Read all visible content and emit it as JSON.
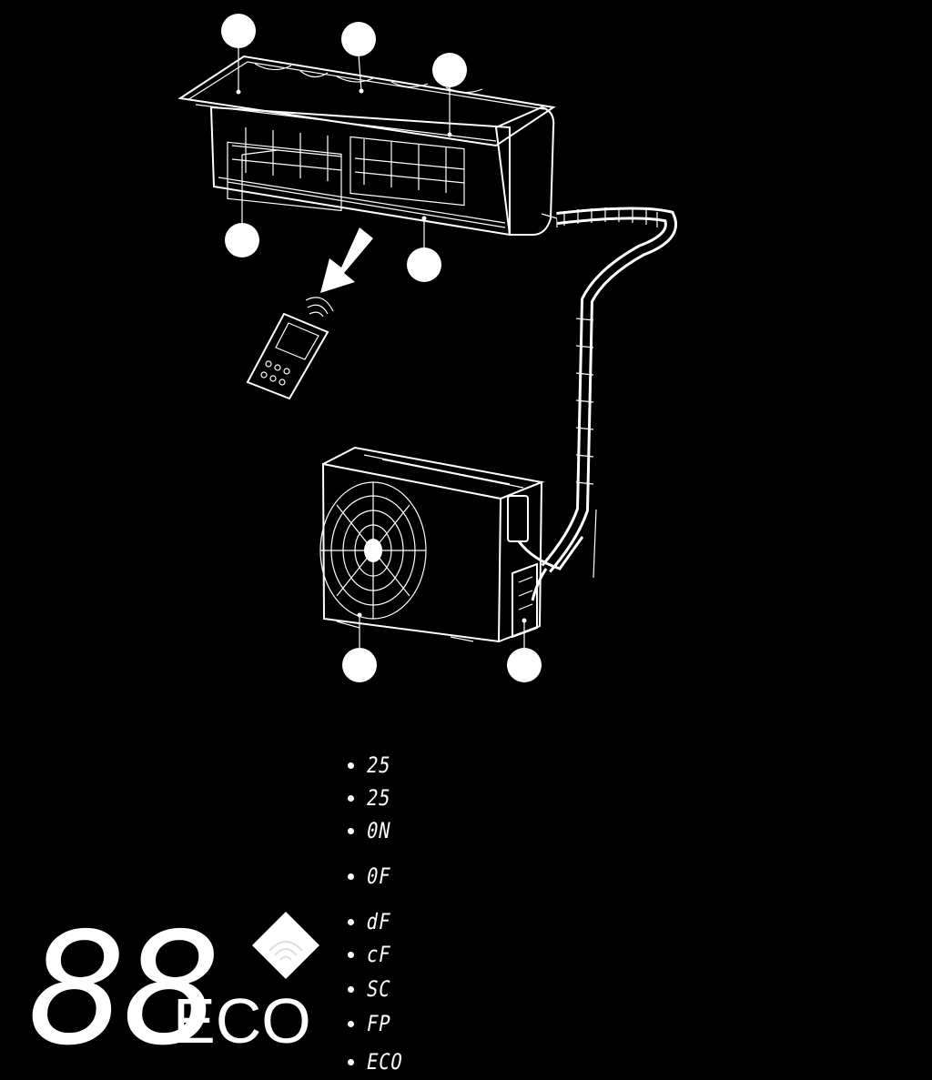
{
  "display": {
    "digits": "88",
    "eco_label": "ECO"
  },
  "codes": [
    "25",
    "25",
    "0N",
    "0F",
    "dF",
    "cF",
    "SC",
    "FP",
    "ECO"
  ]
}
